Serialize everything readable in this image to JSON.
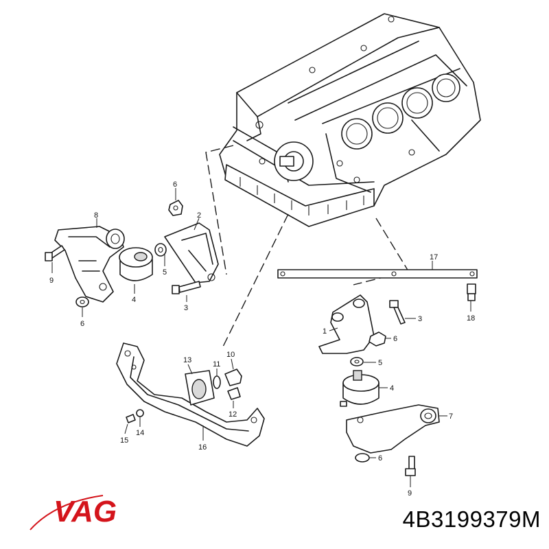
{
  "callouts": [
    "6",
    "2",
    "8",
    "9",
    "4",
    "5",
    "3",
    "6",
    "17",
    "18",
    "1",
    "3",
    "6",
    "5",
    "4",
    "7",
    "6",
    "9",
    "13",
    "11",
    "10",
    "12",
    "15",
    "14",
    "16"
  ],
  "logo": {
    "text": "VAG",
    "color": "#d4141b"
  },
  "part_number": "4B3199379M"
}
